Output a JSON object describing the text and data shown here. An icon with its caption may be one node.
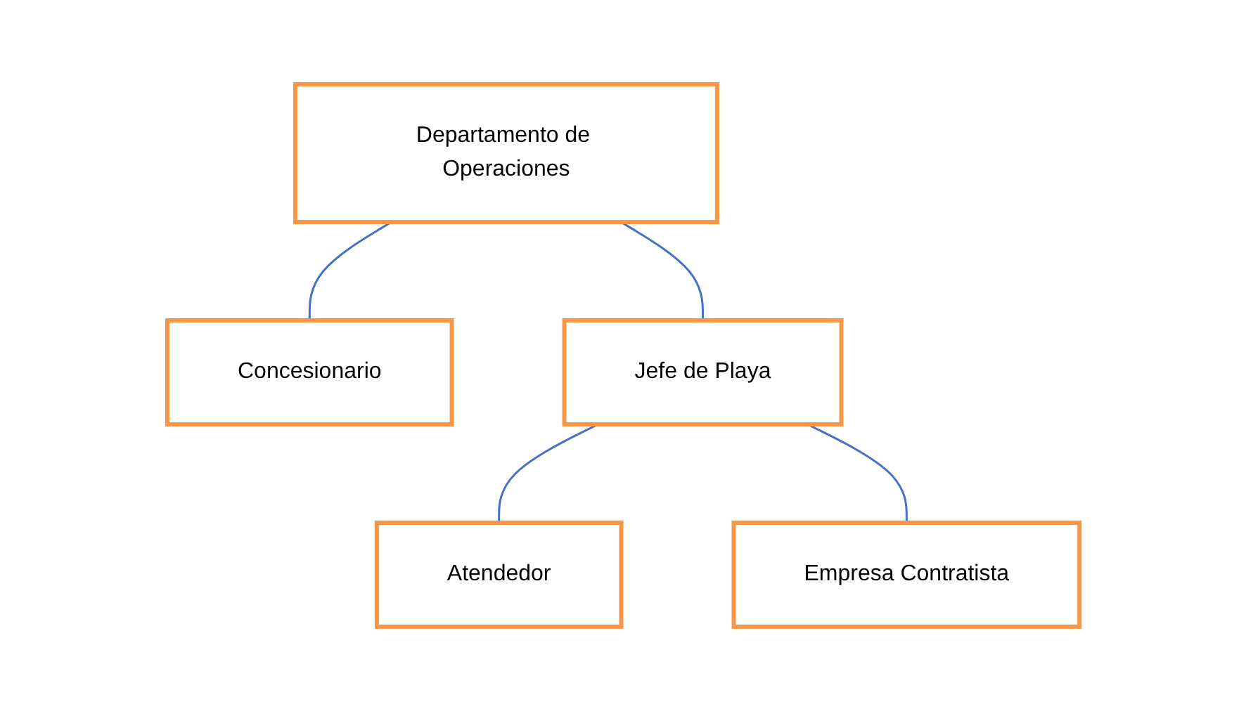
{
  "diagram": {
    "nodes": [
      {
        "text": [
          "Departamento de Operaciones"
        ]
      },
      {
        "text": [
          "Concesionario"
        ]
      },
      {
        "text": [
          "Jefe de Playa"
        ]
      },
      {
        "text": [
          "Atendedor"
        ]
      },
      {
        "text": [
          "Empresa Contratista"
        ]
      }
    ],
    "edges": [
      {
        "from": 0,
        "to": 2,
        "arrow": "none"
      },
      {
        "from": 0,
        "to": 1,
        "arrow": "none"
      },
      {
        "from": 2,
        "to": 3,
        "arrow": "none"
      },
      {
        "from": 2,
        "to": 4,
        "arrow": "none"
      }
    ]
  }
}
